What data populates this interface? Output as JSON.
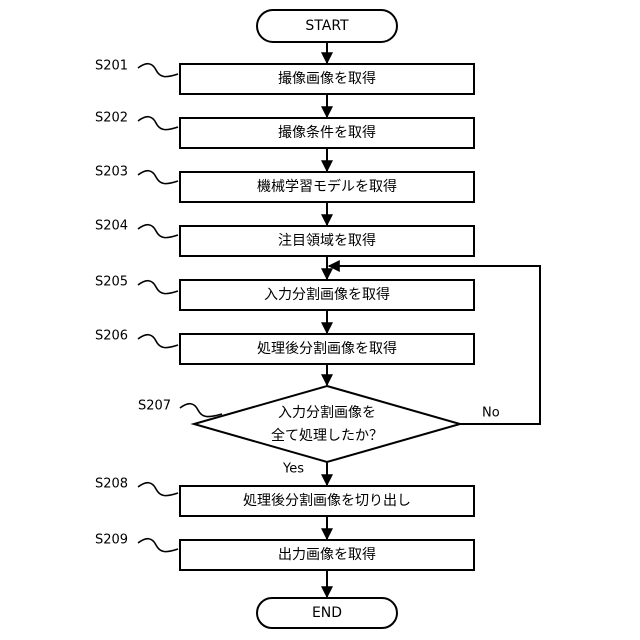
{
  "start": "START",
  "end": "END",
  "steps": [
    {
      "id": "S201",
      "text": "撮像画像を取得"
    },
    {
      "id": "S202",
      "text": "撮像条件を取得"
    },
    {
      "id": "S203",
      "text": "機械学習モデルを取得"
    },
    {
      "id": "S204",
      "text": "注目領域を取得"
    },
    {
      "id": "S205",
      "text": "入力分割画像を取得"
    },
    {
      "id": "S206",
      "text": "処理後分割画像を取得"
    }
  ],
  "decision": {
    "id": "S207",
    "line1": "入力分割画像を",
    "line2": "全て処理したか？",
    "yes_label": "Yes",
    "no_label": "No"
  },
  "final_steps": [
    {
      "id": "S208",
      "text": "処理後分割画像を切り出し"
    },
    {
      "id": "S209",
      "text": "出力画像を取得"
    }
  ]
}
